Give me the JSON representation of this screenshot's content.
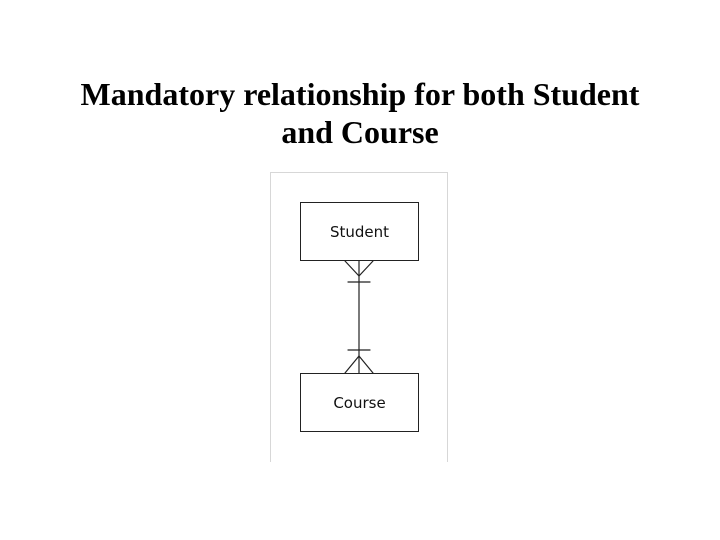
{
  "slide": {
    "title_line1": "Mandatory relationship for both Student",
    "title_line2": "and Course"
  },
  "diagram": {
    "entities": [
      {
        "label": "Student"
      },
      {
        "label": "Course"
      }
    ],
    "relationship": {
      "from": "Student",
      "to": "Course",
      "student_end": "crow's foot",
      "course_end": "crow's foot",
      "participation": "mandatory"
    }
  }
}
